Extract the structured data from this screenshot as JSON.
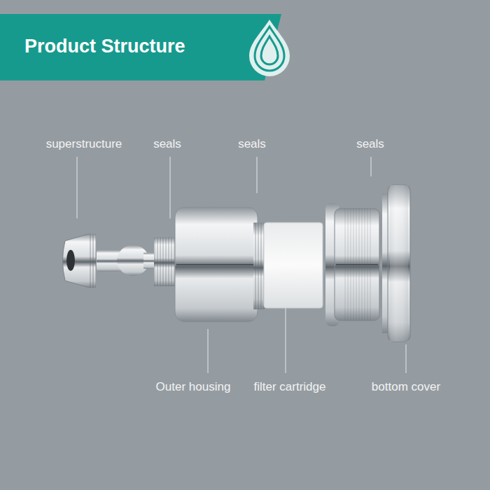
{
  "diagram": {
    "title": "Product Structure",
    "labels": [
      "superstructure",
      "seals",
      "seals",
      "seals",
      "Outer housing",
      "filter cartridge",
      "bottom cover"
    ]
  }
}
